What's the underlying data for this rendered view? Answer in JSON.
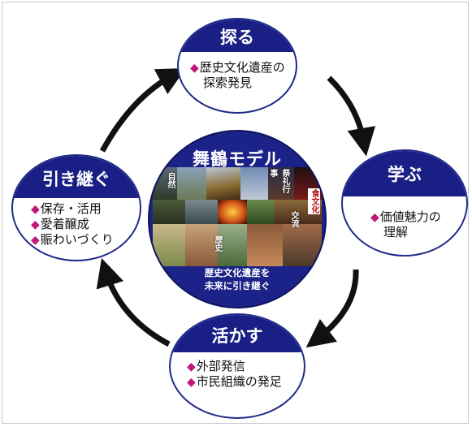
{
  "center": {
    "title": "舞鶴モデル",
    "sub_line1": "歴史文化遺産を",
    "sub_line2": "未来に引き継ぐ",
    "photo_labels": {
      "nature": "自然",
      "festival": "祭礼行事",
      "food": "食文化",
      "exchange": "交流",
      "history": "歴史"
    }
  },
  "stages": {
    "explore": {
      "title": "探る",
      "items": [
        "歴史文化遺産の",
        "探索発見"
      ]
    },
    "learn": {
      "title": "学ぶ",
      "items": [
        "価値魅力の",
        "理解"
      ]
    },
    "utilize": {
      "title": "活かす",
      "items": [
        "外部発信",
        "市民組織の発足"
      ]
    },
    "inherit": {
      "title": "引き継ぐ",
      "items": [
        "保存・活用",
        "愛着醸成",
        "賑わいづくり"
      ]
    }
  },
  "bullet": "◆",
  "colors": {
    "navy": "#1a1f86",
    "bullet": "#c2187a",
    "arrow": "#111111"
  }
}
